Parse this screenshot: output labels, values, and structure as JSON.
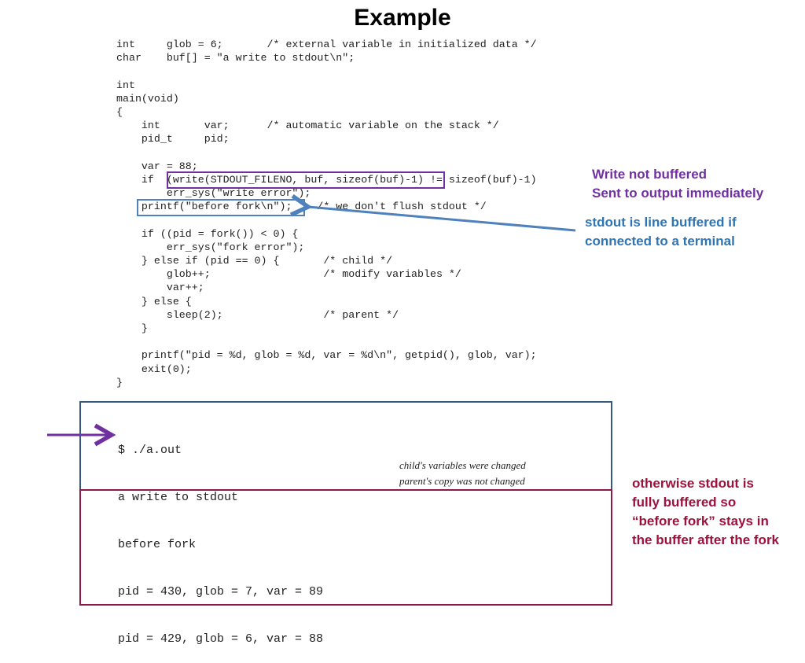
{
  "slide": {
    "title": "Example"
  },
  "code_lines": [
    "int     glob = 6;       /* external variable in initialized data */",
    "char    buf[] = \"a write to stdout\\n\";",
    "",
    "int",
    "main(void)",
    "{",
    "    int       var;      /* automatic variable on the stack */",
    "    pid_t     pid;",
    "",
    "    var = 88;",
    "    if  (write(STDOUT_FILENO, buf, sizeof(buf)-1) != sizeof(buf)-1)",
    "        err_sys(\"write error\");",
    "    printf(\"before fork\\n\");    /* we don't flush stdout */",
    "",
    "    if ((pid = fork()) < 0) {",
    "        err_sys(\"fork error\");",
    "    } else if (pid == 0) {       /* child */",
    "        glob++;                  /* modify variables */",
    "        var++;",
    "    } else {",
    "        sleep(2);                /* parent */",
    "    }",
    "",
    "    printf(\"pid = %d, glob = %d, var = %d\\n\", getpid(), glob, var);",
    "    exit(0);",
    "}"
  ],
  "annotations": {
    "unbuffered": [
      "Write not buffered",
      "Sent to output immediately"
    ],
    "line_buffered": [
      "stdout is line buffered if",
      "connected to a terminal"
    ],
    "fully_buffered": [
      "otherwise stdout is",
      "fully buffered so",
      "“before fork” stays in",
      "the buffer after the fork"
    ]
  },
  "terminal": {
    "lines": [
      "$ ./a.out",
      "a write to stdout",
      "before fork",
      "pid = 430, glob = 7, var = 89",
      "pid = 429, glob = 6, var = 88"
    ],
    "comments": [
      "child's variables were changed",
      "parent's copy was not changed"
    ]
  },
  "colors": {
    "purple": "#7030a0",
    "blue": "#4f81bd",
    "maroon": "#a0103c",
    "terminal_border": "#375a7f"
  }
}
